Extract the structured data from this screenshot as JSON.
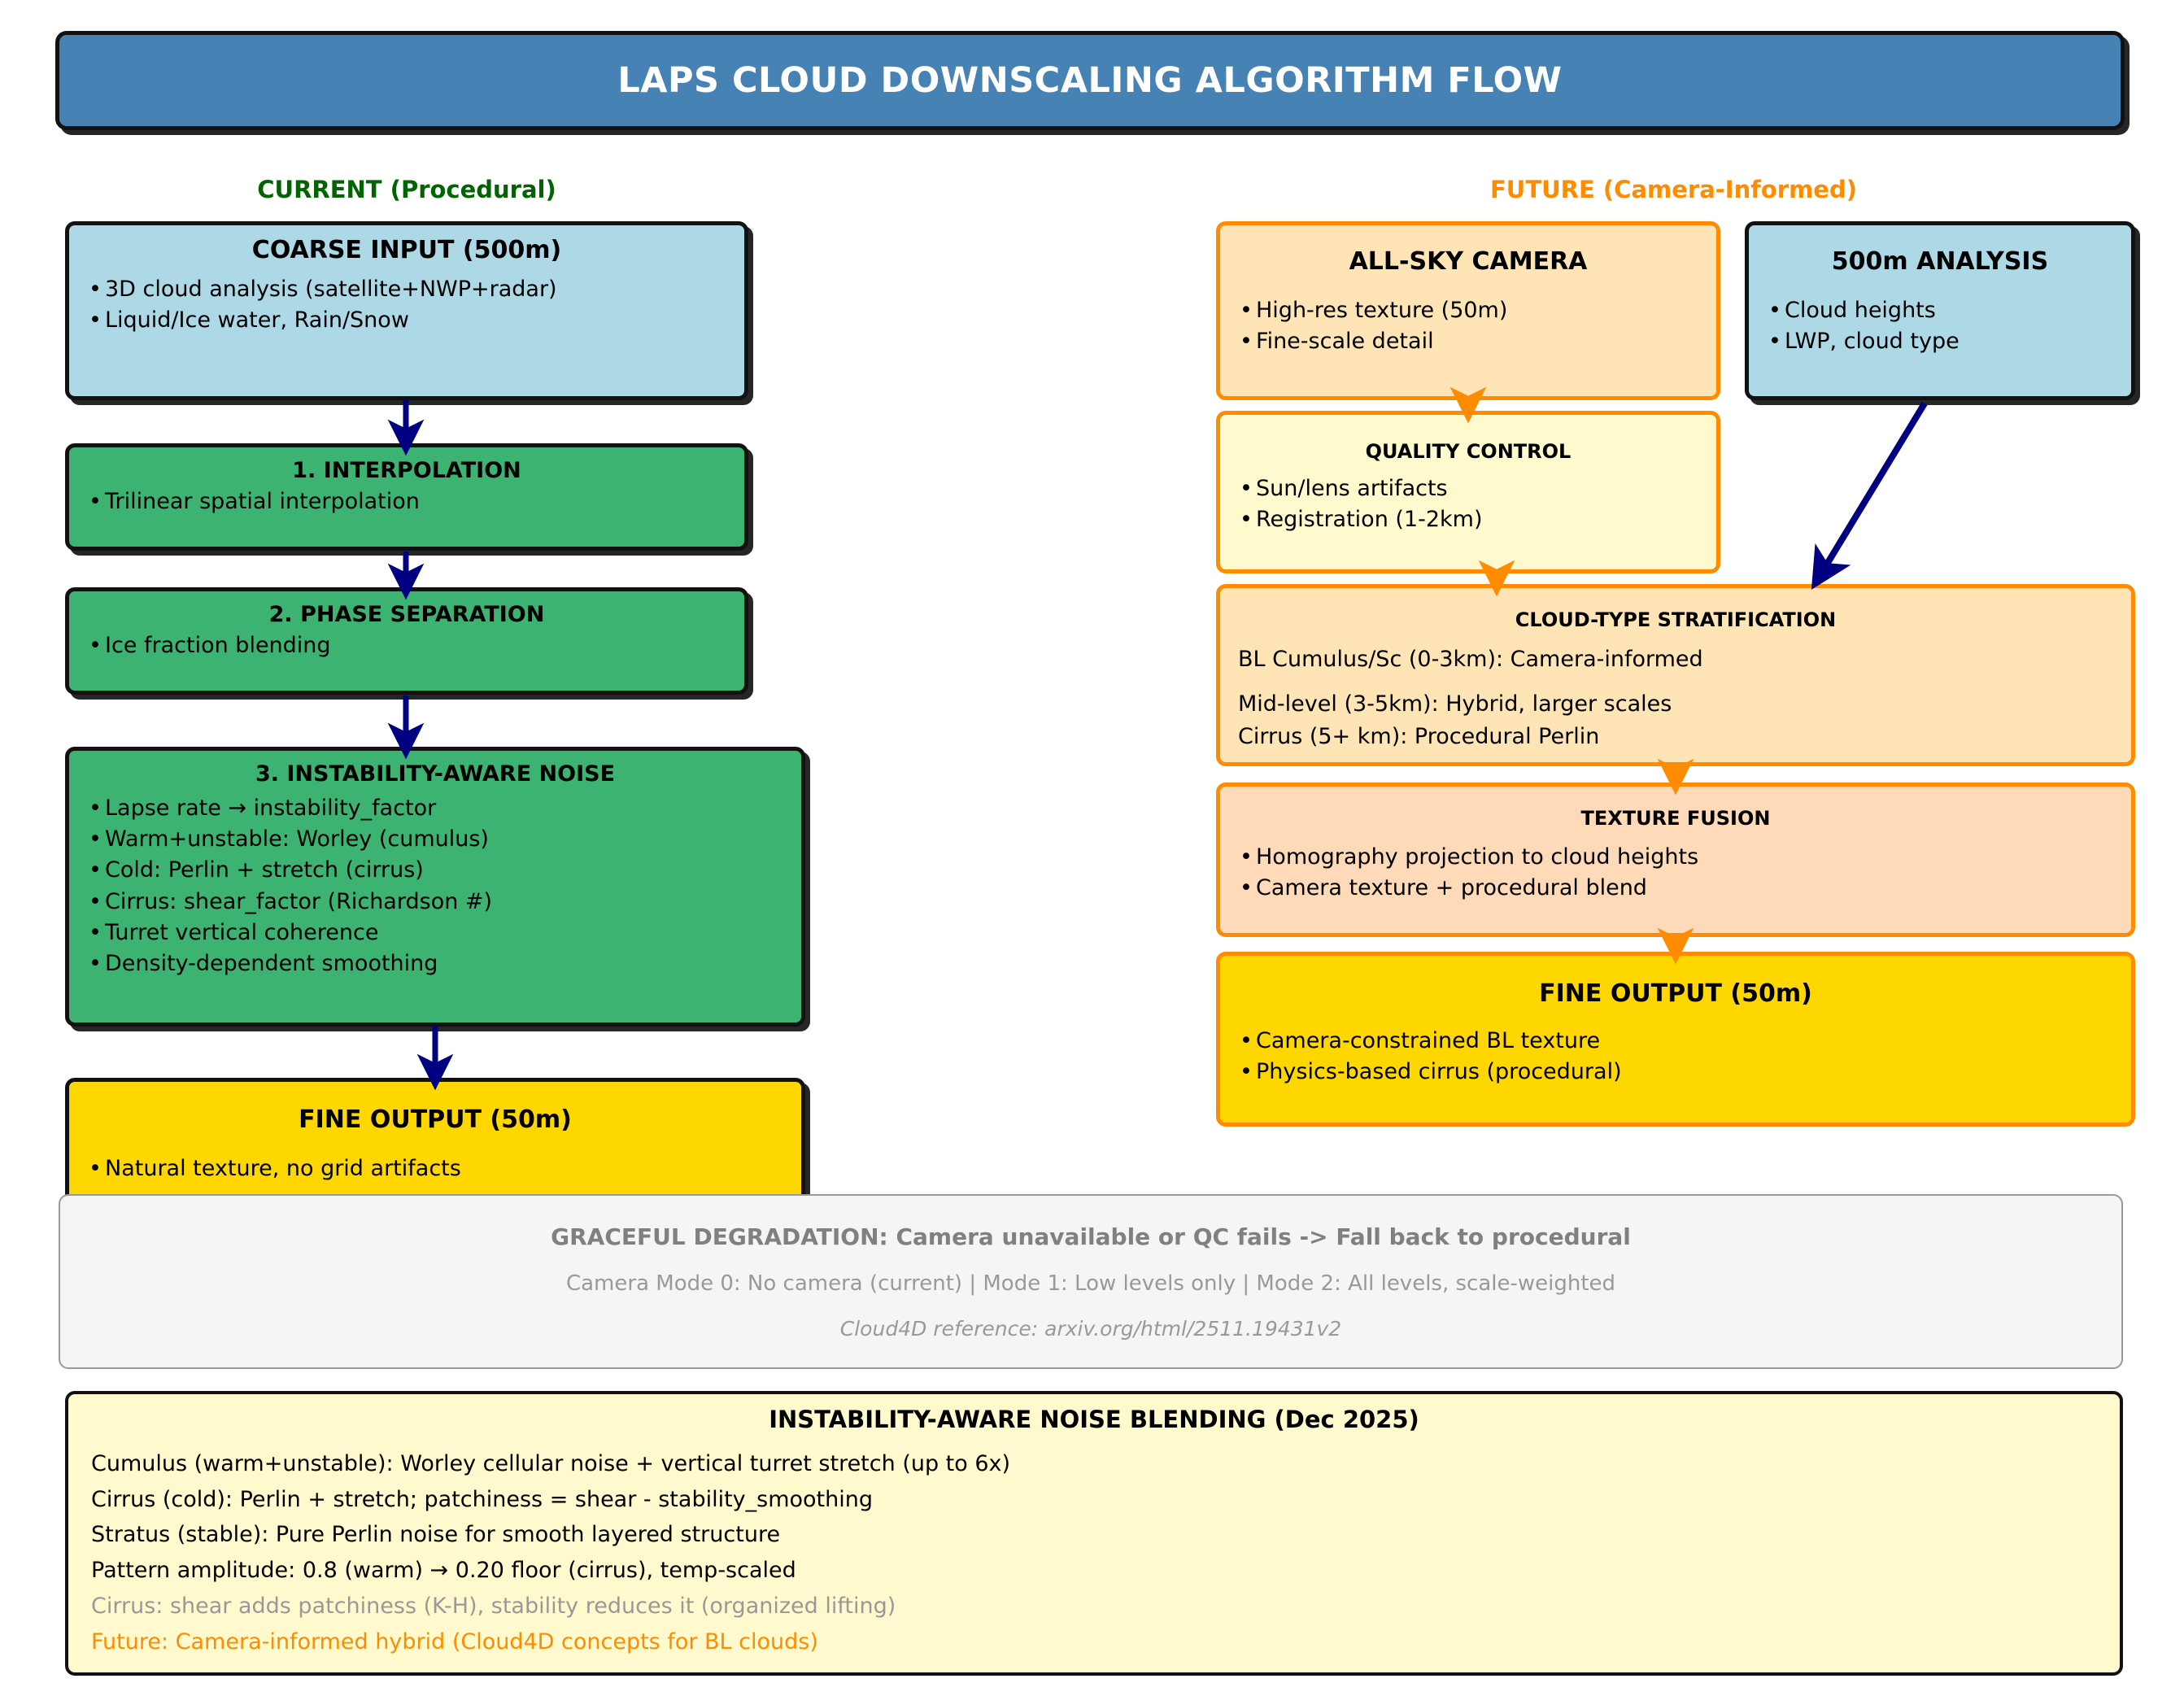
{
  "title": "LAPS CLOUD DOWNSCALING ALGORITHM FLOW",
  "columns": {
    "current_heading": "CURRENT (Procedural)",
    "future_heading": "FUTURE (Camera-Informed)"
  },
  "colors": {
    "banner": "#4682B4",
    "current_accent": "#006400",
    "future_accent": "#FF8C00",
    "input_fill": "#ADD8E6",
    "process_fill": "#3CB371",
    "output_fill": "#FFD700",
    "camera_fill": "#FFE4B5",
    "qc_fill": "#FFFACD",
    "fusion_fill": "#FFDAB9",
    "arrow_navy": "#000080",
    "arrow_orange": "#FF8C00",
    "panel_gray": "#F5F5F5",
    "muted_text": "#999999"
  },
  "left_column": {
    "coarse_input": {
      "heading": "COARSE INPUT (500m)",
      "bullets": [
        "3D cloud analysis (satellite+NWP+radar)",
        "Liquid/Ice water, Rain/Snow"
      ]
    },
    "interpolation": {
      "heading": "1. INTERPOLATION",
      "bullets": [
        "Trilinear spatial interpolation"
      ]
    },
    "phase_separation": {
      "heading": "2. PHASE SEPARATION",
      "bullets": [
        "Ice fraction blending"
      ]
    },
    "instability_noise": {
      "heading": "3. INSTABILITY-AWARE NOISE",
      "bullets": [
        "Lapse rate → instability_factor",
        "Warm+unstable: Worley (cumulus)",
        "Cold: Perlin + stretch (cirrus)",
        "Cirrus: shear_factor (Richardson #)",
        "Turret vertical coherence",
        "Density-dependent smoothing"
      ]
    },
    "fine_output": {
      "heading": "FINE OUTPUT (50m)",
      "bullets": [
        "Natural texture, no grid artifacts"
      ]
    }
  },
  "right_column": {
    "all_sky_camera": {
      "heading": "ALL-SKY CAMERA",
      "bullets": [
        "High-res texture (50m)",
        "Fine-scale detail"
      ]
    },
    "analysis_500m": {
      "heading": "500m ANALYSIS",
      "bullets": [
        "Cloud heights",
        "LWP, cloud type"
      ]
    },
    "quality_control": {
      "heading": "QUALITY CONTROL",
      "bullets": [
        "Sun/lens artifacts",
        "Registration (1-2km)"
      ]
    },
    "cloud_type_stratification": {
      "heading": "CLOUD-TYPE STRATIFICATION",
      "lines": [
        "BL Cumulus/Sc (0-3km): Camera-informed",
        "Mid-level (3-5km): Hybrid, larger scales",
        "Cirrus (5+ km): Procedural Perlin"
      ]
    },
    "texture_fusion": {
      "heading": "TEXTURE FUSION",
      "bullets": [
        "Homography projection to cloud heights",
        "Camera texture + procedural blend"
      ]
    },
    "fine_output": {
      "heading": "FINE OUTPUT (50m)",
      "bullets": [
        "Camera-constrained BL texture",
        "Physics-based cirrus (procedural)"
      ]
    }
  },
  "degradation_panel": {
    "line1": "GRACEFUL DEGRADATION: Camera unavailable or QC fails -> Fall back to procedural",
    "line2": "Camera Mode 0: No camera (current)  |  Mode 1: Low levels only  |  Mode 2: All levels, scale-weighted",
    "line3": "Cloud4D reference: arxiv.org/html/2511.19431v2"
  },
  "notes_panel": {
    "title": "INSTABILITY-AWARE NOISE BLENDING (Dec 2025)",
    "lines": [
      "Cumulus (warm+unstable): Worley cellular noise + vertical turret stretch (up to 6x)",
      "Cirrus (cold): Perlin + stretch; patchiness = shear - stability_smoothing",
      "Stratus (stable): Pure Perlin noise for smooth layered structure",
      "Pattern amplitude: 0.8 (warm) → 0.20 floor (cirrus), temp-scaled",
      "Cirrus: shear adds patchiness (K-H), stability reduces it (organized lifting)",
      "Future: Camera-informed hybrid (Cloud4D concepts for BL clouds)"
    ]
  }
}
